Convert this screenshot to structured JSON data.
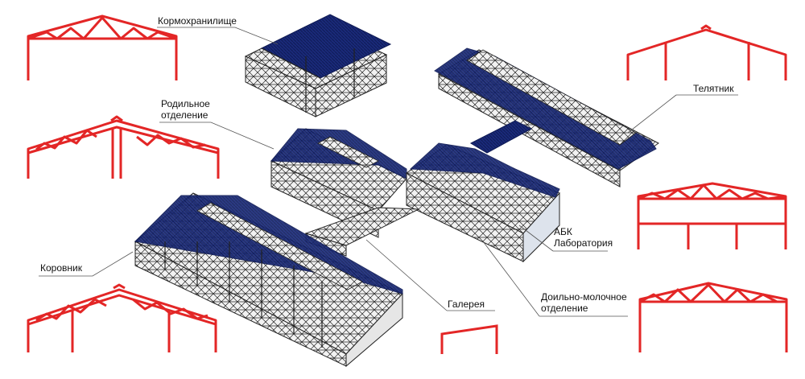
{
  "labels": {
    "kormo": "Кормохранилище",
    "rodil_1": "Родильное",
    "rodil_2": "отделение",
    "telyat": "Телятник",
    "abk_1": "АБК",
    "abk_2": "Лаборатория",
    "korov": "Коровник",
    "galer": "Галерея",
    "doil_1": "Доильно-молочное",
    "doil_2": "отделение"
  },
  "colors": {
    "frame": "#e32626",
    "roof": "#1a2a7a",
    "roof_dark": "#0f1b55",
    "steel": "#222222",
    "wall": "#e9e9e9"
  }
}
